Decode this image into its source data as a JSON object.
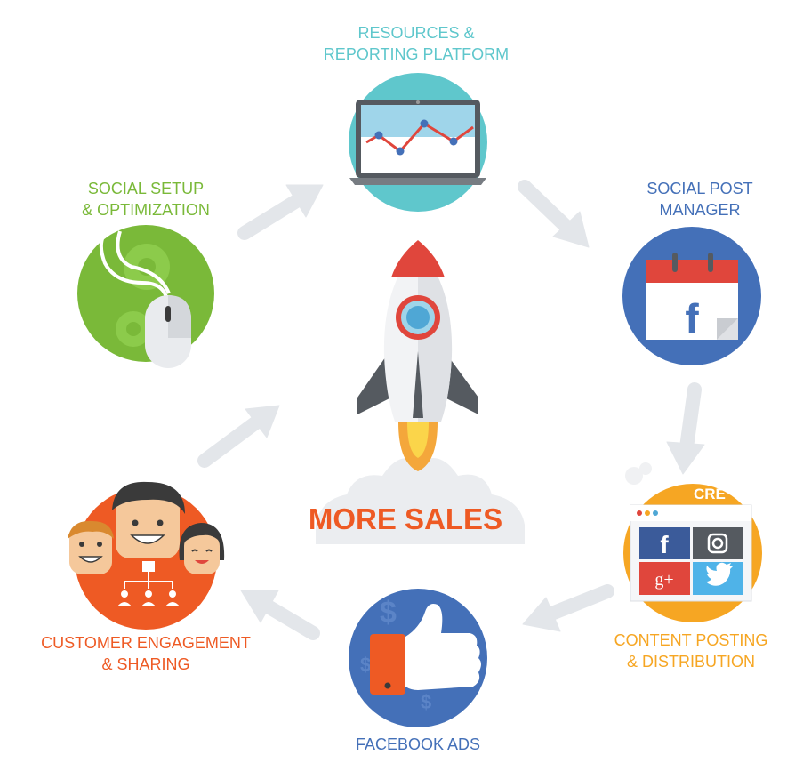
{
  "center": {
    "title": "MORE SALES"
  },
  "nodes": {
    "resources": {
      "line1": "RESOURCES &",
      "line2": "REPORTING PLATFORM"
    },
    "social_post": {
      "line1": "SOCIAL POST",
      "line2": "MANAGER"
    },
    "content_posting": {
      "line1": "CONTENT POSTING",
      "line2": "& DISTRIBUTION",
      "badge": "CRE"
    },
    "facebook_ads": {
      "line1": "FACEBOOK ADS"
    },
    "customer": {
      "line1": "CUSTOMER ENGAGEMENT",
      "line2": "& SHARING"
    },
    "social_setup": {
      "line1": "SOCIAL SETUP",
      "line2": "& OPTIMIZATION"
    }
  },
  "icons": {
    "facebook_glyph": "f",
    "gplus_glyph": "g+",
    "dollar_glyph": "$"
  },
  "colors": {
    "teal": "#5fc7cc",
    "blue": "#4470b8",
    "orange_yellow": "#f6a623",
    "orange_red": "#ee5a24",
    "green": "#7ab939",
    "arrow": "#e3e6ea",
    "title_red": "#ee5a24"
  }
}
